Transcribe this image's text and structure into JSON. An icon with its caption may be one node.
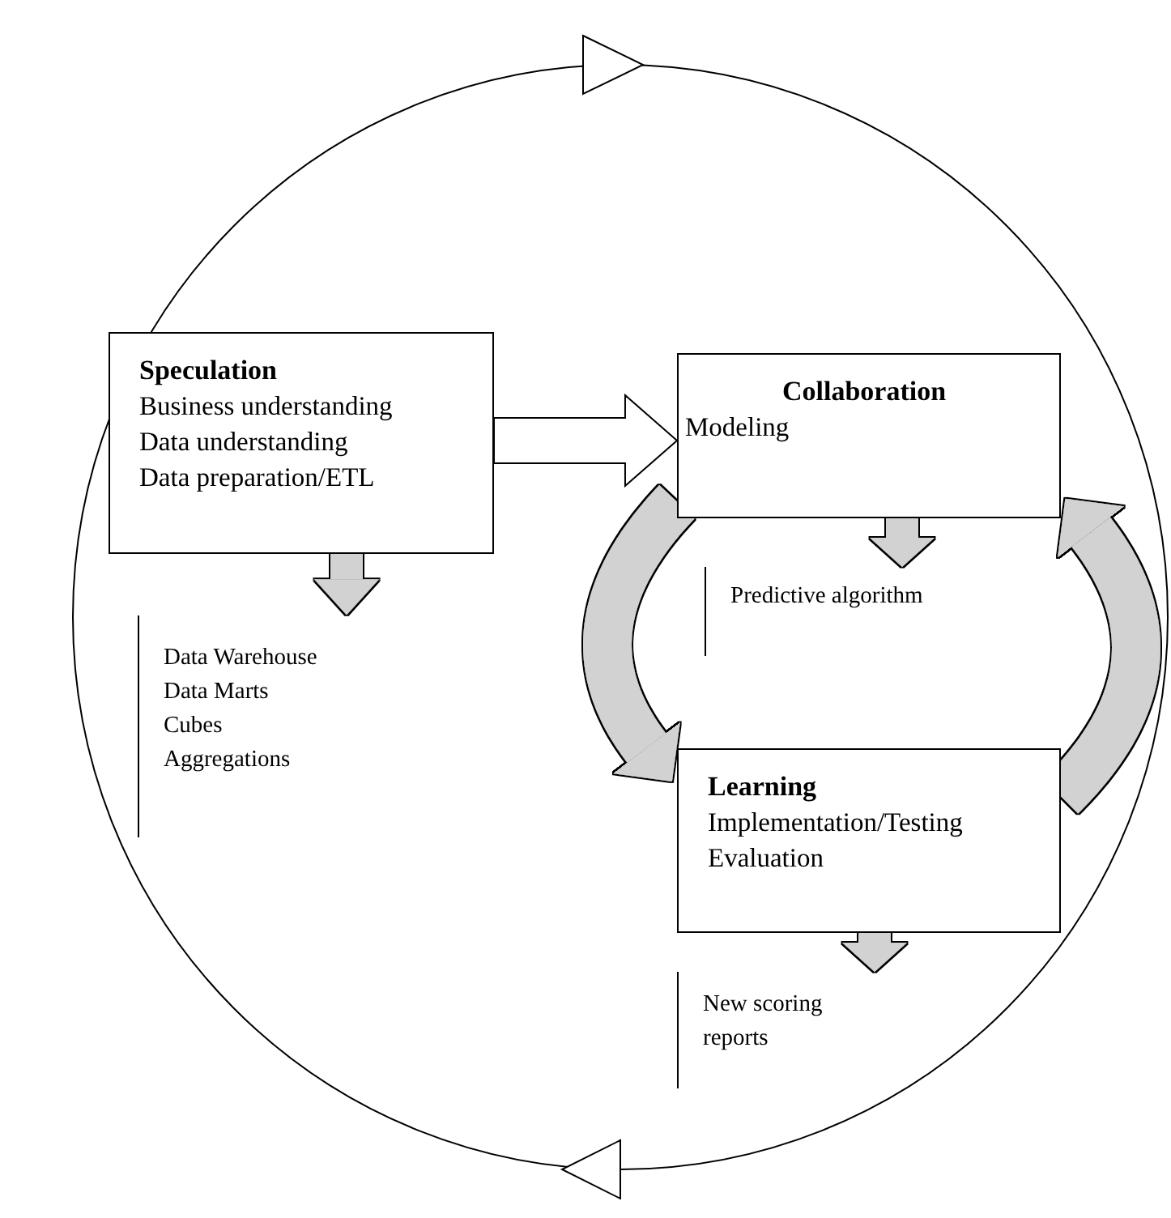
{
  "diagram": {
    "nodes": [
      {
        "text": [
          "Speculation",
          "Business understanding",
          "Data understanding",
          "Data preparation/ETL"
        ]
      },
      {
        "text": [
          "Collaboration",
          "Modeling"
        ]
      },
      {
        "text": [
          "Predictive algorithm"
        ]
      },
      {
        "text": [
          "Learning",
          "Implementation/Testing",
          "Evaluation"
        ]
      },
      {
        "text": [
          "New scoring reports"
        ]
      },
      {
        "text": [
          "Data Warehouse",
          "Data Marts",
          "Cubes",
          "Aggregations"
        ]
      }
    ],
    "edges": [
      {
        "from": 0,
        "to": 1,
        "arrow": "to",
        "color": "#ffffff"
      },
      {
        "from": 0,
        "to": 5,
        "arrow": "to"
      },
      {
        "from": 1,
        "to": 2,
        "arrow": "to"
      },
      {
        "from": 3,
        "to": 4,
        "arrow": "to"
      },
      {
        "from": 1,
        "to": 3,
        "arrow": "to"
      },
      {
        "from": 3,
        "to": 1,
        "arrow": "to"
      }
    ]
  }
}
